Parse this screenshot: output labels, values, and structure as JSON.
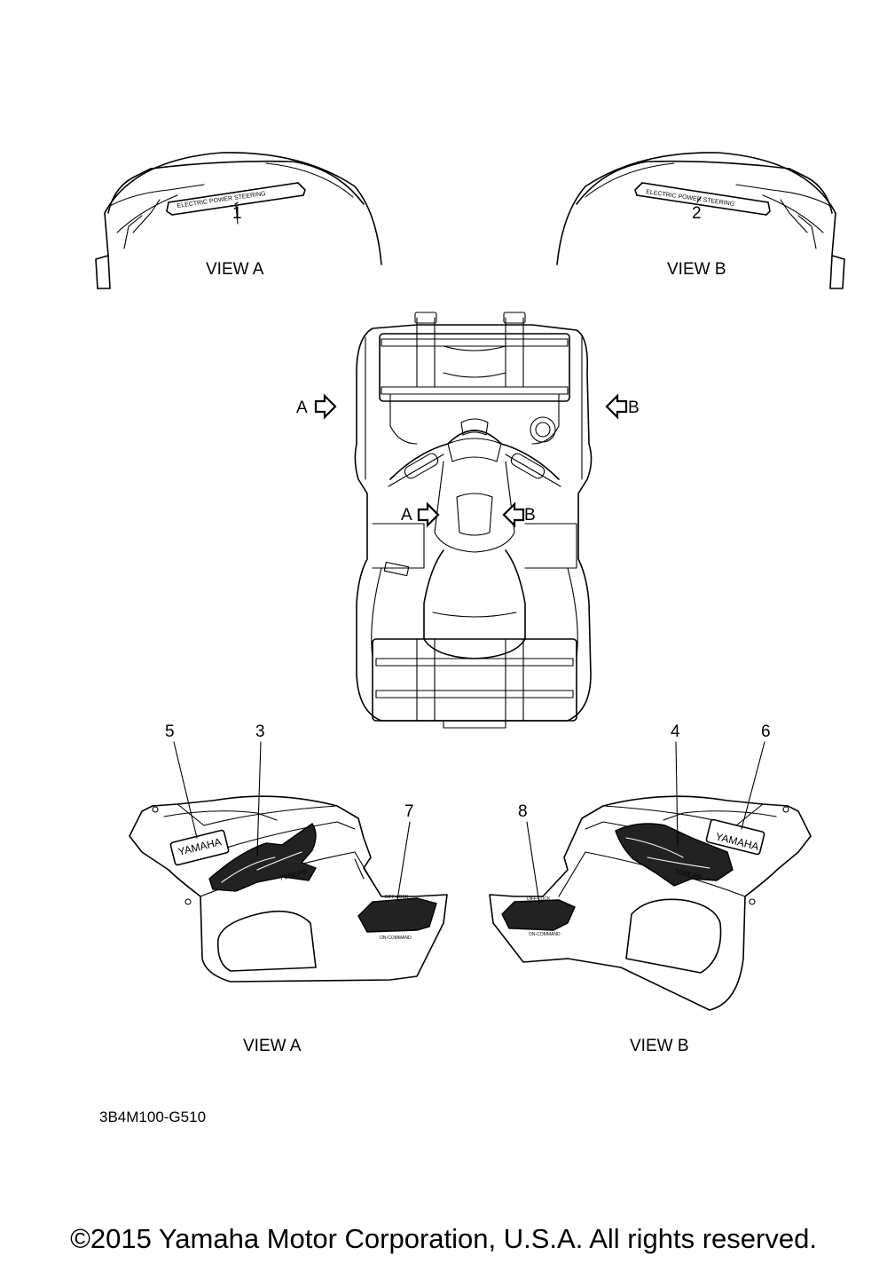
{
  "callouts": [
    "1",
    "2",
    "3",
    "4",
    "5",
    "6",
    "7",
    "8"
  ],
  "views": {
    "top_left": "VIEW A",
    "top_right": "VIEW B",
    "bottom_left": "VIEW A",
    "bottom_right": "VIEW B"
  },
  "arrows": {
    "left_outer": "A",
    "right_outer": "B",
    "left_inner": "A",
    "right_inner": "B"
  },
  "decals": {
    "fender_text": "ELECTRIC POWER STEERING",
    "brand": "YAMAHA",
    "model_sub": "700EPS",
    "four_wd_top": "DIFF-LOCK",
    "four_wd_bottom": "ON-COMMAND"
  },
  "part_code": "3B4M100-G510",
  "copyright": "©2015 Yamaha Motor Corporation, U.S.A. All rights reserved."
}
